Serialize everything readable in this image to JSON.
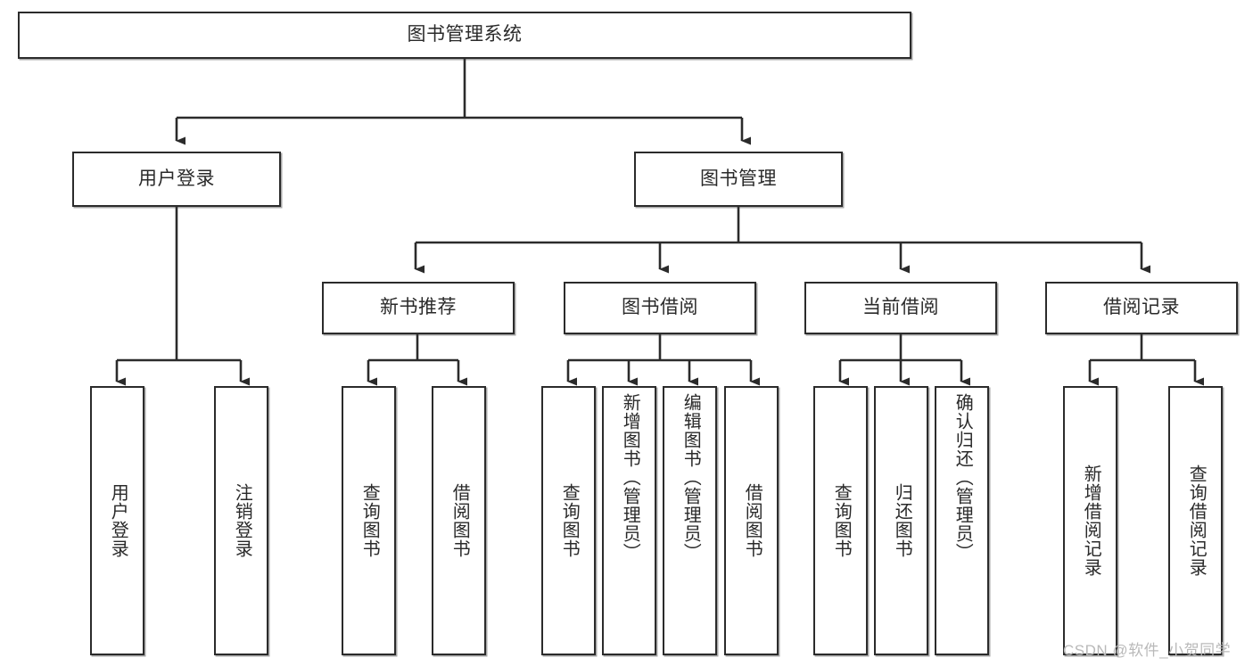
{
  "diagram": {
    "type": "tree-hierarchy",
    "title": "图书管理系统",
    "watermark": "CSDN @软件_小贺同学",
    "colors": {
      "stroke": "#2b2b2b",
      "fill": "#ffffff",
      "text": "#2a2a2a",
      "watermark": "#b9b9b9"
    },
    "levels": [
      {
        "level": 1,
        "nodes": [
          {
            "id": "root",
            "label": "图书管理系统",
            "orientation": "horizontal"
          }
        ]
      },
      {
        "level": 2,
        "nodes": [
          {
            "id": "login",
            "label": "用户登录",
            "orientation": "horizontal",
            "parent": "root"
          },
          {
            "id": "bookmgmt",
            "label": "图书管理",
            "orientation": "horizontal",
            "parent": "root"
          }
        ]
      },
      {
        "level": 3,
        "nodes": [
          {
            "id": "newbook",
            "label": "新书推荐",
            "orientation": "horizontal",
            "parent": "bookmgmt"
          },
          {
            "id": "borrow",
            "label": "图书借阅",
            "orientation": "horizontal",
            "parent": "bookmgmt"
          },
          {
            "id": "current",
            "label": "当前借阅",
            "orientation": "horizontal",
            "parent": "bookmgmt"
          },
          {
            "id": "records",
            "label": "借阅记录",
            "orientation": "horizontal",
            "parent": "bookmgmt"
          }
        ]
      },
      {
        "level": 4,
        "nodes": [
          {
            "id": "leaf-1",
            "label": "用户登录",
            "orientation": "vertical",
            "parent": "login"
          },
          {
            "id": "leaf-2",
            "label": "注销登录",
            "orientation": "vertical",
            "parent": "login"
          },
          {
            "id": "leaf-3",
            "label": "查询图书",
            "orientation": "vertical",
            "parent": "newbook"
          },
          {
            "id": "leaf-4",
            "label": "借阅图书",
            "orientation": "vertical",
            "parent": "newbook"
          },
          {
            "id": "leaf-5",
            "label": "查询图书",
            "orientation": "vertical",
            "parent": "borrow"
          },
          {
            "id": "leaf-6",
            "label": "新增图书（管理员）",
            "orientation": "vertical",
            "parent": "borrow"
          },
          {
            "id": "leaf-7",
            "label": "编辑图书（管理员）",
            "orientation": "vertical",
            "parent": "borrow"
          },
          {
            "id": "leaf-8",
            "label": "借阅图书",
            "orientation": "vertical",
            "parent": "borrow"
          },
          {
            "id": "leaf-9",
            "label": "查询图书",
            "orientation": "vertical",
            "parent": "current"
          },
          {
            "id": "leaf-10",
            "label": "归还图书",
            "orientation": "vertical",
            "parent": "current"
          },
          {
            "id": "leaf-11",
            "label": "确认归还（管理员）",
            "orientation": "vertical",
            "parent": "current"
          },
          {
            "id": "leaf-12",
            "label": "新增借阅记录",
            "orientation": "vertical",
            "parent": "records"
          },
          {
            "id": "leaf-13",
            "label": "查询借阅记录",
            "orientation": "vertical",
            "parent": "records"
          }
        ]
      }
    ]
  }
}
